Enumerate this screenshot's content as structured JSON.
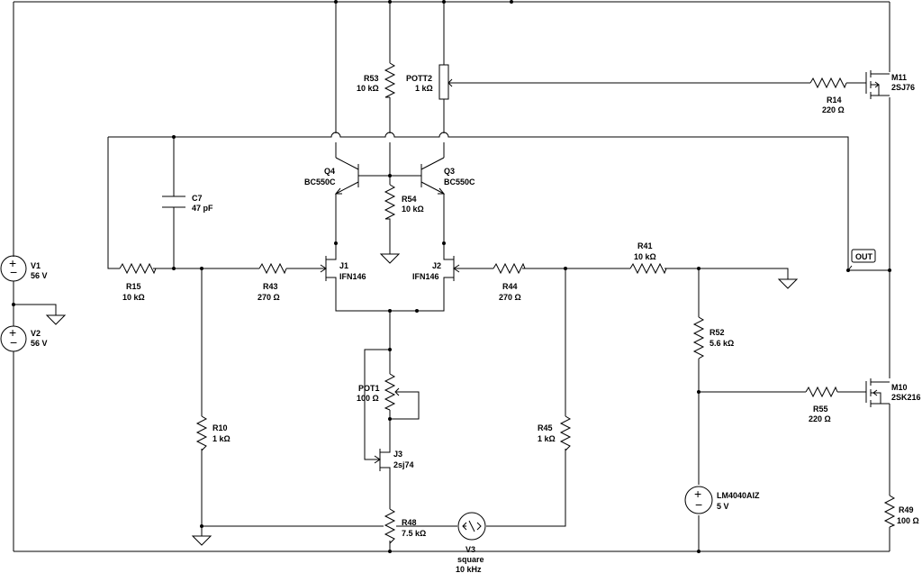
{
  "components": {
    "V1": {
      "ref": "V1",
      "value": "56 V"
    },
    "V2": {
      "ref": "V2",
      "value": "56 V"
    },
    "R53": {
      "ref": "R53",
      "value": "10 kΩ"
    },
    "POTT2": {
      "ref": "POTT2",
      "value": "1 kΩ"
    },
    "R14": {
      "ref": "R14",
      "value": "220 Ω"
    },
    "M11": {
      "ref": "M11",
      "value": "2SJ76"
    },
    "C7": {
      "ref": "C7",
      "value": "47 pF"
    },
    "Q4": {
      "ref": "Q4",
      "value": "BC550C"
    },
    "Q3": {
      "ref": "Q3",
      "value": "BC550C"
    },
    "R54": {
      "ref": "R54",
      "value": "10 kΩ"
    },
    "R15": {
      "ref": "R15",
      "value": "10 kΩ"
    },
    "R43": {
      "ref": "R43",
      "value": "270 Ω"
    },
    "J1": {
      "ref": "J1",
      "value": "IFN146"
    },
    "J2": {
      "ref": "J2",
      "value": "IFN146"
    },
    "R44": {
      "ref": "R44",
      "value": "270 Ω"
    },
    "R41": {
      "ref": "R41",
      "value": "10 kΩ"
    },
    "R52": {
      "ref": "R52",
      "value": "5.6 kΩ"
    },
    "POT1": {
      "ref": "POT1",
      "value": "100 Ω"
    },
    "R10": {
      "ref": "R10",
      "value": "1 kΩ"
    },
    "R45": {
      "ref": "R45",
      "value": "1 kΩ"
    },
    "J3": {
      "ref": "J3",
      "value": "2sj74"
    },
    "R55": {
      "ref": "R55",
      "value": "220 Ω"
    },
    "M10": {
      "ref": "M10",
      "value": "2SK216"
    },
    "LM4040AIZ": {
      "ref": "LM4040AIZ",
      "value": "5 V"
    },
    "R48": {
      "ref": "R48",
      "value": "7.5 kΩ"
    },
    "V3": {
      "ref": "V3",
      "value": "square",
      "value2": "10 kHz"
    },
    "R49": {
      "ref": "R49",
      "value": "100 Ω"
    }
  },
  "out_label": "OUT"
}
